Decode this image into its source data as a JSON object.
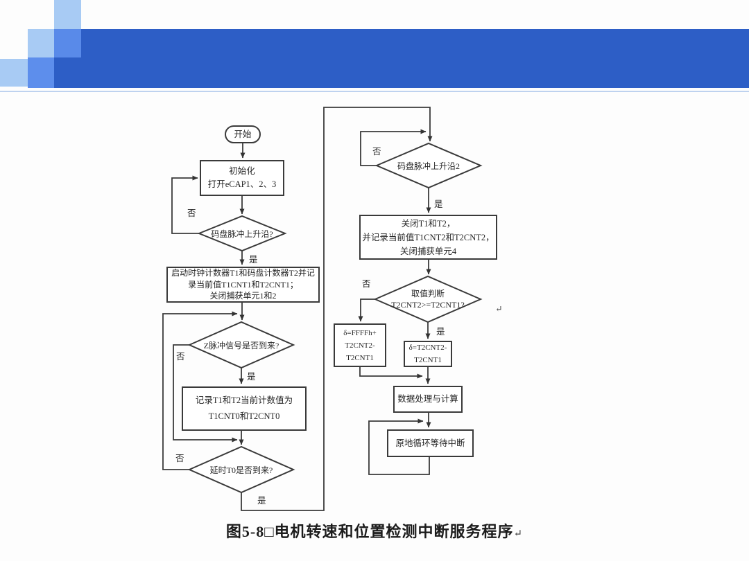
{
  "slide": {
    "colors": {
      "bar": "#2d5ec6",
      "square_light": "#a8cbf4",
      "square_medium": "#5d8eec",
      "underline": "#bed2ef",
      "line_ink": "#3a3a3a"
    }
  },
  "labels": {
    "yes": "是",
    "no": "否",
    "return_mark": "↵"
  },
  "nodes": {
    "start": {
      "label": "开始"
    },
    "init": {
      "lines": [
        "初始化",
        "打开eCAP1、2、3"
      ]
    },
    "encoder_edge_1": {
      "label": "码盘脉冲上升沿?"
    },
    "start_counters": {
      "lines": [
        "启动时钟计数器T1和码盘计数器T2并记",
        "录当前值T1CNT1和T2CNT1；",
        "关闭捕获单元1和2"
      ]
    },
    "z_pulse": {
      "label": "Z脉冲信号是否到来?"
    },
    "record_counts": {
      "lines": [
        "记录T1和T2当前计数值为",
        "T1CNT0和T2CNT0"
      ]
    },
    "delay_t0": {
      "label": "延时T0是否到来?"
    },
    "encoder_edge_2": {
      "label": "码盘脉冲上升沿2"
    },
    "stop_counters": {
      "lines": [
        "关闭T1和T2，",
        "并记录当前值T1CNT2和T2CNT2，",
        "关闭捕获单元4"
      ]
    },
    "value_check": {
      "lines": [
        "取值判断",
        "T2CNT2>=T2CNT1?"
      ]
    },
    "delta_wrap": {
      "lines": [
        "δ=FFFFh+",
        "T2CNT2-",
        "T2CNT1"
      ]
    },
    "delta_direct": {
      "lines": [
        "δ=T2CNT2-",
        "T2CNT1"
      ]
    },
    "process_data": {
      "label": "数据处理与计算"
    },
    "idle_wait": {
      "label": "原地循环等待中断"
    }
  },
  "caption": {
    "text": "图5-8□电机转速和位置检测中断服务程序"
  }
}
